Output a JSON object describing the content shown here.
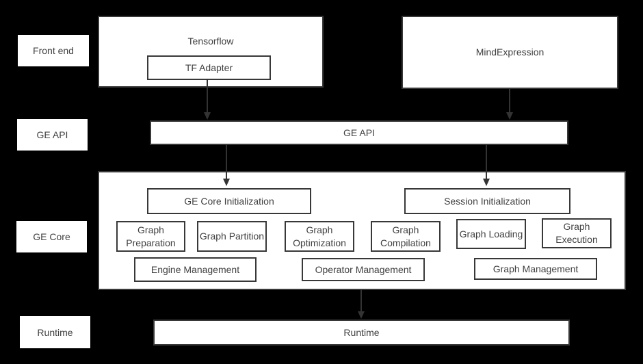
{
  "colors": {
    "background": "#000000",
    "box_fill": "#ffffff",
    "border": "#383838",
    "text": "#404040",
    "arrow": "#333333"
  },
  "layer_labels": {
    "front_end": "Front end",
    "ge_api": "GE API",
    "ge_core": "GE Core",
    "runtime": "Runtime"
  },
  "front_end": {
    "tensorflow_label": "Tensorflow",
    "tf_adapter_label": "TF Adapter",
    "mind_expression_label": "MindExpression"
  },
  "ge_api": {
    "bar_label": "GE API"
  },
  "ge_core": {
    "ge_core_init_label": "GE Core Initialization",
    "session_init_label": "Session Initialization",
    "modules": [
      "Graph Preparation",
      "Graph Partition",
      "Graph Optimization",
      "Graph Compilation",
      "Graph Loading",
      "Graph Execution"
    ],
    "management": [
      "Engine Management",
      "Operator Management",
      "Graph Management"
    ]
  },
  "runtime": {
    "bar_label": "Runtime"
  }
}
